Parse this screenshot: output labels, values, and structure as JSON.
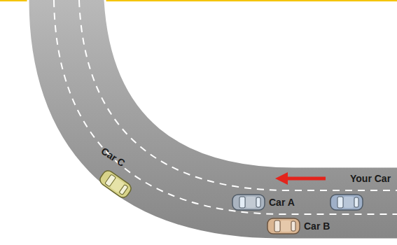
{
  "diagram": {
    "labels": [
      "Car C",
      "Your Car",
      "Car A",
      "Car B"
    ]
  }
}
